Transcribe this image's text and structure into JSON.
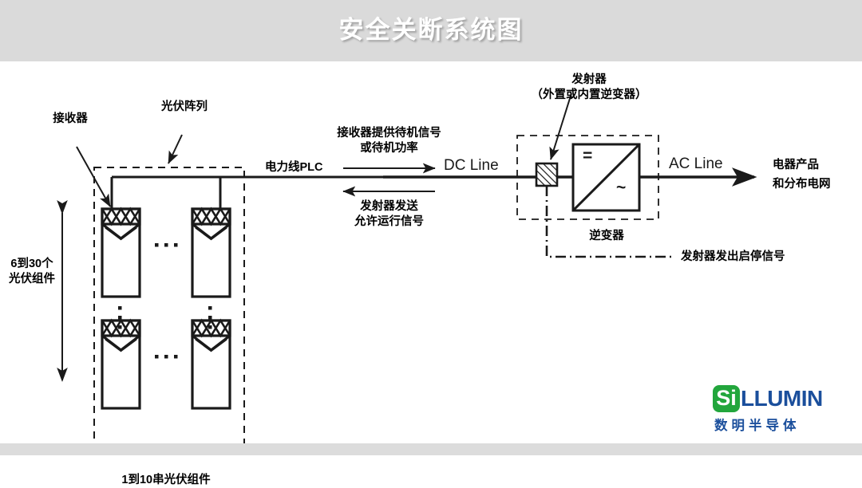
{
  "header": {
    "title": "安全关断系统图"
  },
  "diagram": {
    "labels": {
      "pv_array": "光伏阵列",
      "receiver": "接收器",
      "module_count_v_line1": "6到30个",
      "module_count_v_line2": "光伏组件",
      "string_count": "1到10串光伏组件",
      "plc": "电力线PLC",
      "forward_signal_line1": "接收器提供待机信号",
      "forward_signal_line2": "或待机功率",
      "reverse_signal_line1": "发射器发送",
      "reverse_signal_line2": "允许运行信号",
      "dc_line": "DC Line",
      "ac_line": "AC Line",
      "transmitter_line1": "发射器",
      "transmitter_line2": "（外置或内置逆变器）",
      "inverter": "逆变器",
      "start_stop_signal": "发射器发出启停信号",
      "grid_line1": "电器产品",
      "grid_line2": "和分布电网"
    },
    "inverter_symbols": {
      "dc": "=",
      "ac": "~"
    },
    "ellipsis_dot": "•"
  },
  "logo": {
    "mark_text": "Si",
    "wordmark": "LLUMIN",
    "subtitle": "数明半导体",
    "green": "#22a63c",
    "blue": "#1b4f9c"
  },
  "colors": {
    "banner": "#dadada",
    "footer": "#dcdcdc",
    "stroke": "#1a1a1a",
    "background": "#ffffff"
  }
}
